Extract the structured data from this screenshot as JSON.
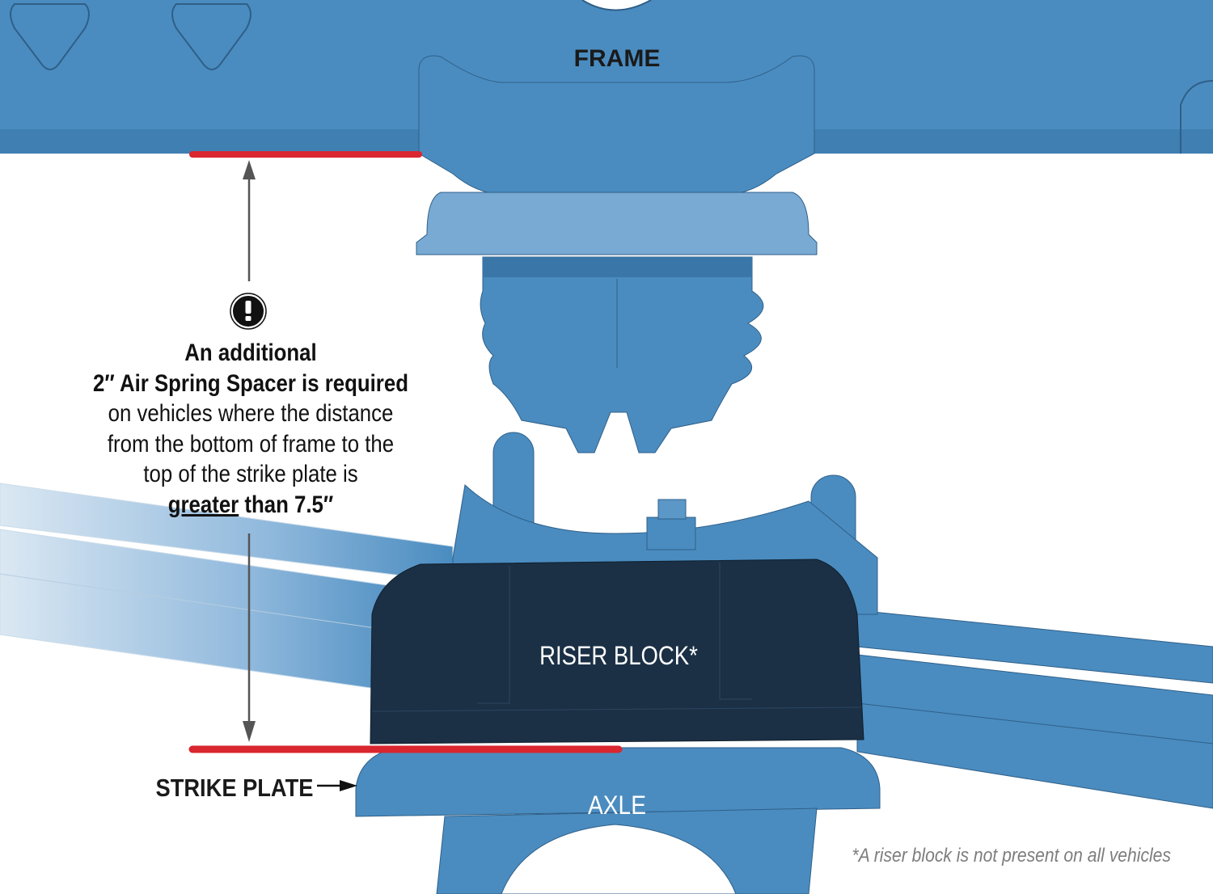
{
  "labels": {
    "frame": "FRAME",
    "riser_block": "RISER BLOCK*",
    "axle": "AXLE",
    "strike_plate": "STRIKE PLATE"
  },
  "note": {
    "icon": "exclamation-circle-icon",
    "line1": "An additional",
    "line2": "2″ Air Spring Spacer is required",
    "line3": "on vehicles where the distance",
    "line4": "from the bottom of frame to the",
    "line5": "top of the strike plate is",
    "line6_underlined": "greater",
    "line6_rest": " than 7.5″"
  },
  "footnote": "*A riser block is not present on all vehicles",
  "colors": {
    "frame_blue": "#4a8cc0",
    "dark_blue": "#3a76a8",
    "light_blue": "#78aad3",
    "riser_block": "#1b3045",
    "red_line": "#d9262f"
  }
}
